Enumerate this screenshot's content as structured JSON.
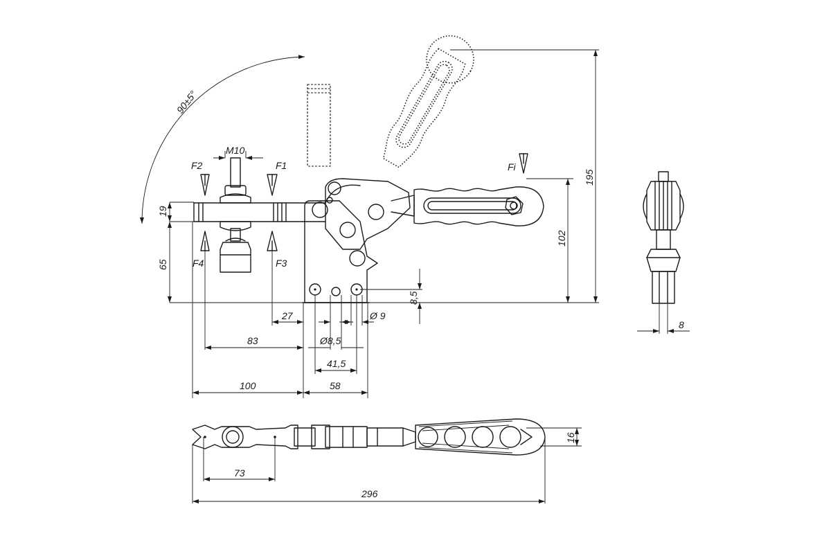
{
  "labels": {
    "angle": "90±5°",
    "thread": "M10",
    "force_f1": "F1",
    "force_f2": "F2",
    "force_f3": "F3",
    "force_f4": "F4",
    "force_fi": "Fi",
    "dim_19": "19",
    "dim_65": "65",
    "dim_27": "27",
    "dim_83": "83",
    "dim_100": "100",
    "dim_58": "58",
    "dim_hole_d": "Ø8,5",
    "dim_41_5": "41,5",
    "dim_slot_d": "Ø 9",
    "dim_8_5": "8,5",
    "dim_102": "102",
    "dim_195": "195",
    "dim_8": "8",
    "dim_73": "73",
    "dim_296": "296",
    "dim_16": "16"
  }
}
